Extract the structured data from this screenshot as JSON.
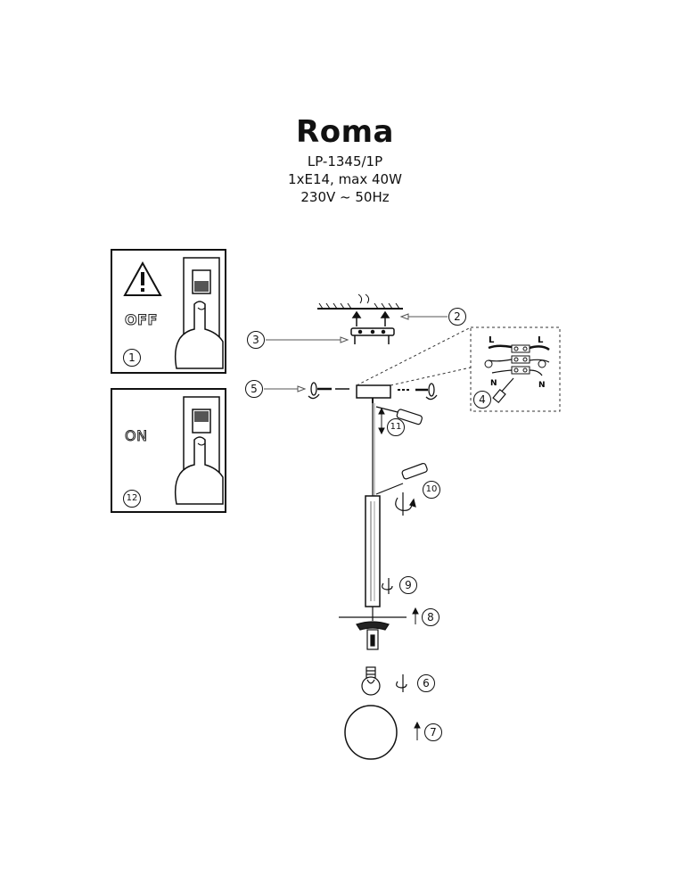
{
  "product": {
    "name": "Roma",
    "model": "LP-1345/1P",
    "power": "1xE14, max 40W",
    "voltage": "230V ~ 50Hz"
  },
  "panels": {
    "off": {
      "label": "OFF",
      "step": "1"
    },
    "on": {
      "label": "ON",
      "step": "12"
    }
  },
  "steps": [
    "1",
    "2",
    "3",
    "4",
    "5",
    "6",
    "7",
    "8",
    "9",
    "10",
    "11",
    "12"
  ],
  "wiring": {
    "live": "L",
    "neutral": "N"
  }
}
